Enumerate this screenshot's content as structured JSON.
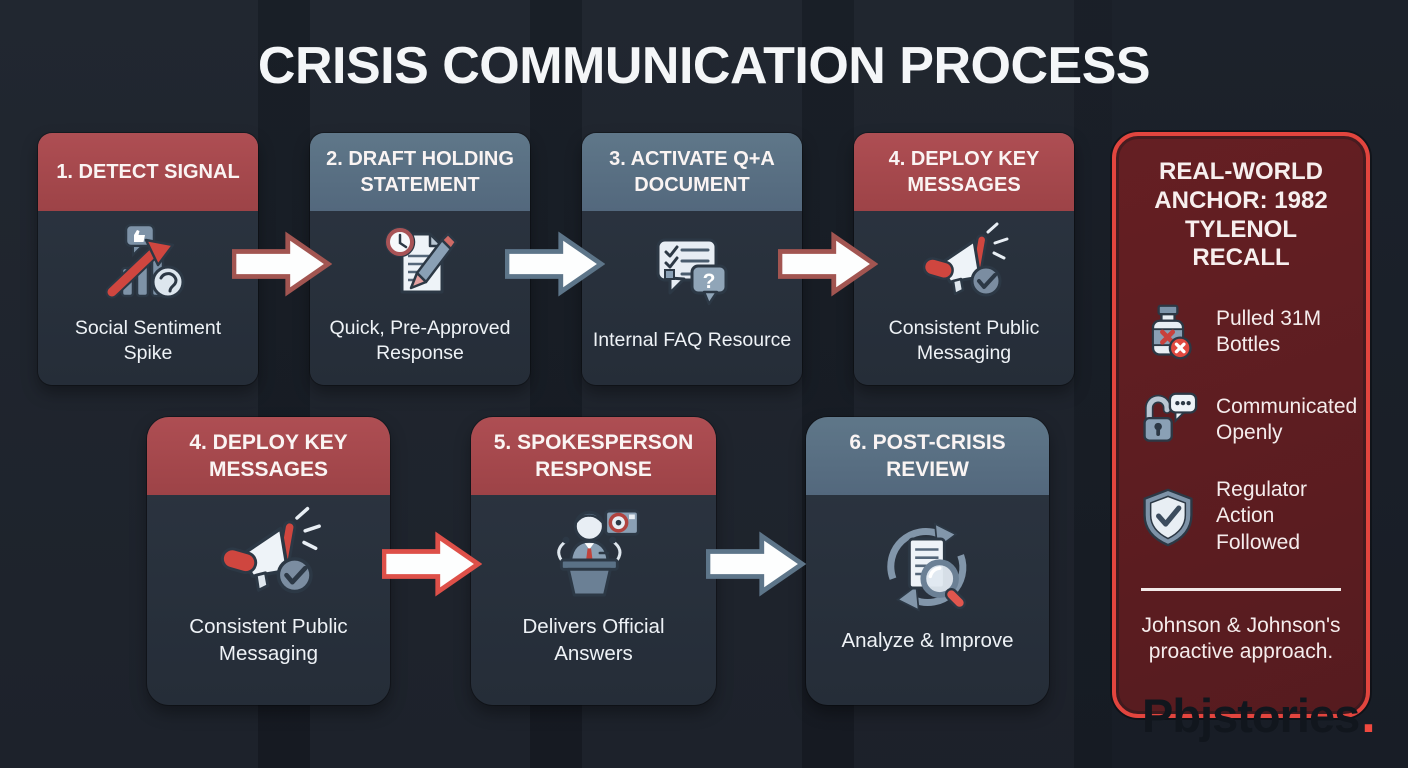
{
  "title": "CRISIS COMMUNICATION PROCESS",
  "colors": {
    "background": "#1a1f28",
    "card_body": "#2a333f",
    "header_red": "#a84c50",
    "header_blue": "#5b7287",
    "arrow_red_dark": "#a25551",
    "arrow_red_bright": "#de5049",
    "arrow_blue": "#5d7589",
    "sidebar_background": "#5e1e21",
    "sidebar_border": "#e2453e",
    "icon_red": "#cf463f",
    "watermark_dot": "#f0493f"
  },
  "steps": [
    {
      "header": "1. DETECT SIGNAL",
      "caption": "Social Sentiment Spike",
      "header_color": "red",
      "icon": "sentiment-spike"
    },
    {
      "header": "2. DRAFT HOLDING STATEMENT",
      "caption": "Quick, Pre-Approved Response",
      "header_color": "blue",
      "icon": "document-pencil-clock"
    },
    {
      "header": "3. ACTIVATE Q+A DOCUMENT",
      "caption": "Internal FAQ Resource",
      "header_color": "blue",
      "icon": "faq-bubbles"
    },
    {
      "header": "4. DEPLOY KEY MESSAGES",
      "caption": "Consistent Public Messaging",
      "header_color": "red",
      "icon": "megaphone-check"
    },
    {
      "header": "4. DEPLOY KEY MESSAGES",
      "caption": "Consistent Public Messaging",
      "header_color": "red",
      "icon": "megaphone-check"
    },
    {
      "header": "5. SPOKESPERSON RESPONSE",
      "caption": "Delivers Official Answers",
      "header_color": "red",
      "icon": "spokesperson-podium"
    },
    {
      "header": "6. POST-CRISIS REVIEW",
      "caption": "Analyze & Improve",
      "header_color": "blue",
      "icon": "review-magnifier"
    }
  ],
  "sidebar": {
    "title": "REAL-WORLD ANCHOR: 1982 TYLENOL RECALL",
    "items": [
      {
        "icon": "pill-bottle-x",
        "label": "Pulled 31M Bottles"
      },
      {
        "icon": "open-lock-chat",
        "label": "Communicated Openly"
      },
      {
        "icon": "shield-check",
        "label": "Regulator Action Followed"
      }
    ],
    "footer": "Johnson & Johnson's proactive approach."
  },
  "watermark": {
    "text": "Pbjstories",
    "dot": "."
  }
}
